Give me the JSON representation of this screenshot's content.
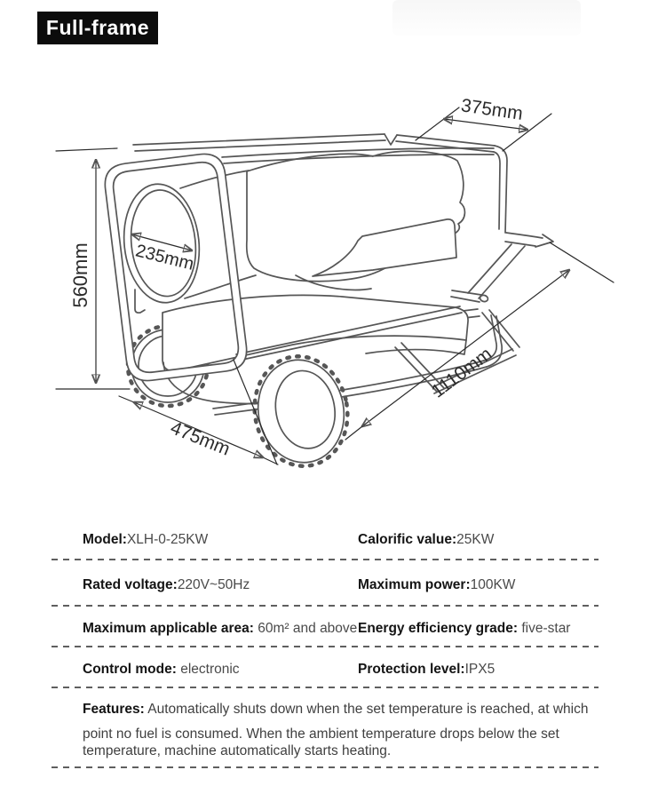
{
  "badge": {
    "label": "Full-frame"
  },
  "diagram": {
    "dimensions": {
      "top_width": "375mm",
      "outlet_diameter": "235mm",
      "height": "560mm",
      "diagonal_length": "1110mm",
      "base_depth": "475mm"
    }
  },
  "specs": {
    "rows": [
      {
        "left_label": "Model:",
        "left_value": "XLH-0-25KW",
        "right_label": "Calorific value:",
        "right_value": "25KW"
      },
      {
        "left_label": "Rated voltage:",
        "left_value": "220V~50Hz",
        "right_label": "Maximum power:",
        "right_value": "100KW"
      },
      {
        "left_label": "Maximum applicable area:",
        "left_value": " 60m² and above",
        "right_label": "Energy efficiency grade:",
        "right_value": " five-star"
      },
      {
        "left_label": "Control mode:",
        "left_value": " electronic",
        "right_label": "Protection level:",
        "right_value": "IPX5"
      }
    ],
    "features": {
      "label": "Features:",
      "line1": " Automatically shuts down when the set temperature is reached, at which",
      "line2": "point no fuel is consumed. When the ambient temperature drops below the set",
      "line3": "temperature, machine automatically starts heating."
    }
  },
  "colors": {
    "badge_bg": "#0c0c0c",
    "line_art": "#565656",
    "dimension_ink": "#2b2b2b",
    "label_ink": "#141414",
    "value_ink": "#4a4a4a"
  }
}
